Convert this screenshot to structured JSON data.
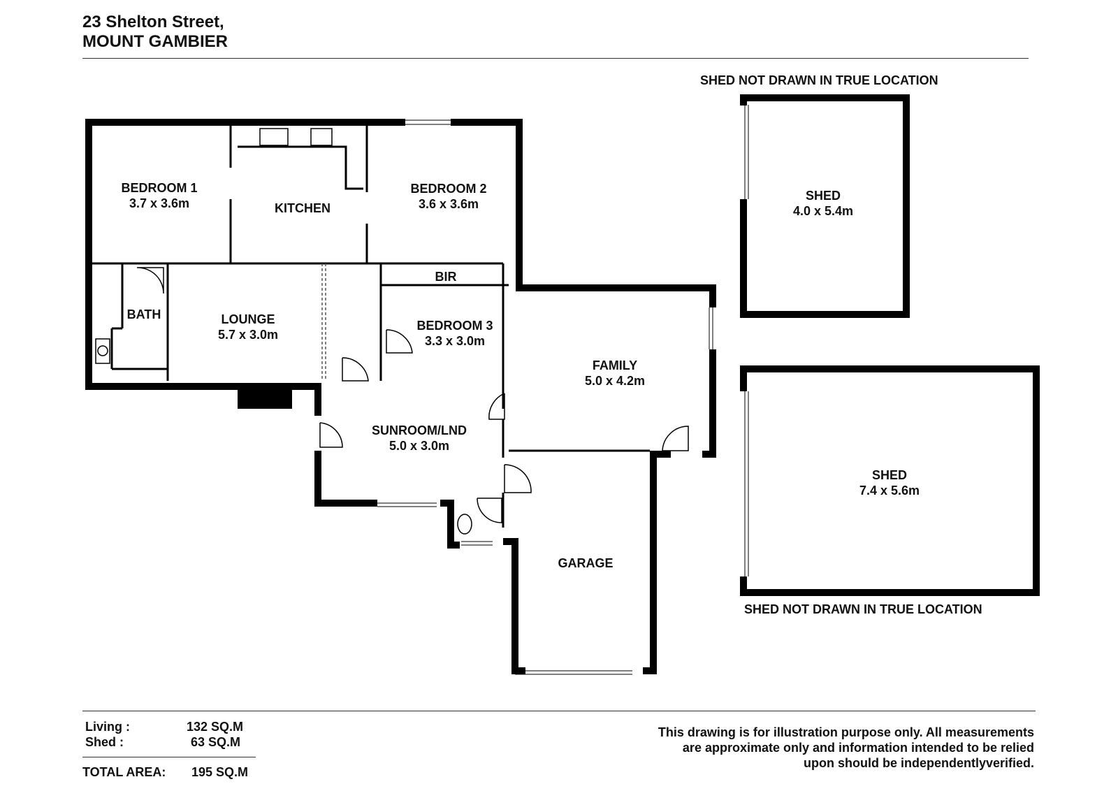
{
  "header": {
    "line1": "23 Shelton Street,",
    "line2": "MOUNT GAMBIER"
  },
  "rooms": {
    "bedroom1": {
      "name": "BEDROOM 1",
      "size": "3.7 x 3.6m"
    },
    "kitchen": {
      "name": "KITCHEN"
    },
    "bedroom2": {
      "name": "BEDROOM 2",
      "size": "3.6 x 3.6m"
    },
    "bath": {
      "name": "BATH"
    },
    "lounge": {
      "name": "LOUNGE",
      "size": "5.7 x 3.0m"
    },
    "bir": {
      "name": "BIR"
    },
    "bedroom3": {
      "name": "BEDROOM 3",
      "size": "3.3 x 3.0m"
    },
    "family": {
      "name": "FAMILY",
      "size": "5.0 x 4.2m"
    },
    "sunroom": {
      "name": "SUNROOM/LND",
      "size": "5.0 x 3.0m"
    },
    "garage": {
      "name": "GARAGE"
    },
    "shed1": {
      "name": "SHED",
      "size": "4.0 x 5.4m"
    },
    "shed2": {
      "name": "SHED",
      "size": "7.4 x 5.6m"
    }
  },
  "notes": {
    "shed_top": "SHED NOT DRAWN IN TRUE LOCATION",
    "shed_bottom": "SHED NOT DRAWN IN TRUE LOCATION"
  },
  "areas": {
    "living_label": "Living :",
    "living_value": "132 SQ.M",
    "shed_label": "Shed :",
    "shed_value": "63 SQ.M",
    "total_label": "TOTAL AREA:",
    "total_value": "195 SQ.M"
  },
  "disclaimer": {
    "line1": "This drawing is for illustration purpose only. All measurements",
    "line2": "are approximate only and information intended to be relied",
    "line3": "upon should be independentlyverified."
  }
}
